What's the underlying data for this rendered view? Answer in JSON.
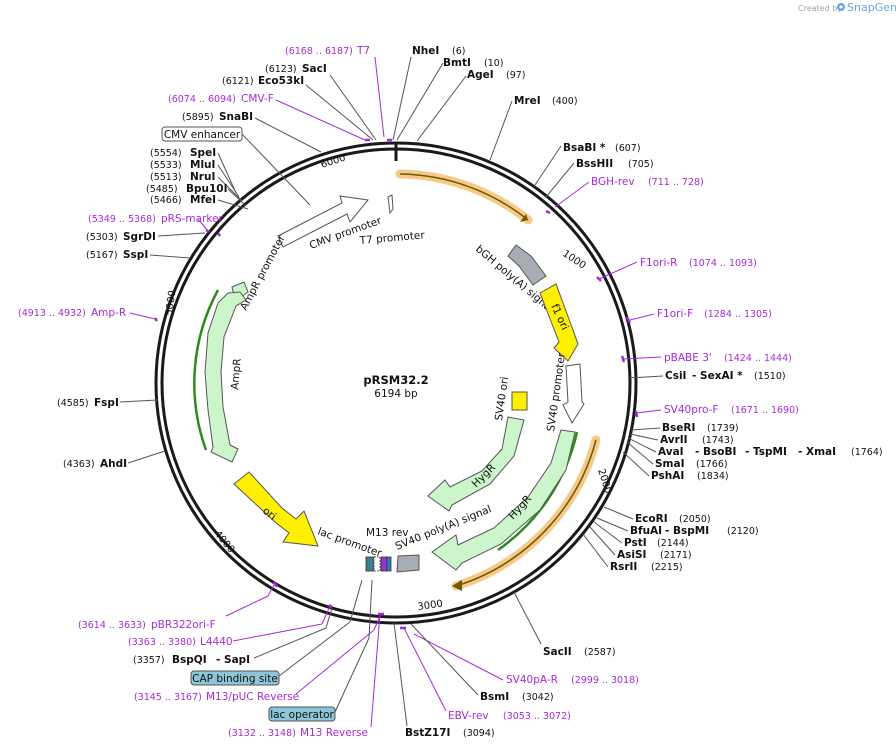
{
  "credit": "Created by",
  "brand": "SnapGene",
  "plasmid": {
    "name": "pRSM32.2",
    "size": "6194 bp"
  },
  "ticks": [
    "1000",
    "2000",
    "3000",
    "4000",
    "5000",
    "6000"
  ],
  "left_labels": [
    {
      "text": "(6168 .. 6187)  T7",
      "color": "purple",
      "bold": false
    },
    {
      "pos": "(6123)",
      "name": "SacI"
    },
    {
      "pos": "(6121)",
      "name": "Eco53kI"
    },
    {
      "text": "(6074 .. 6094)  CMV-F",
      "color": "purple"
    },
    {
      "pos": "(5895)",
      "name": "SnaBI"
    },
    {
      "box": "CMV enhancer"
    },
    {
      "pos": "(5554)",
      "name": "SpeI"
    },
    {
      "pos": "(5533)",
      "name": "MluI"
    },
    {
      "pos": "(5513)",
      "name": "NruI"
    },
    {
      "pos": "(5485)",
      "name": "Bpu10I"
    },
    {
      "pos": "(5466)",
      "name": "MfeI"
    },
    {
      "text": "(5349 .. 5368)  pRS-marker",
      "color": "purple"
    },
    {
      "pos": "(5303)",
      "name": "SgrDI"
    },
    {
      "pos": "(5167)",
      "name": "SspI"
    },
    {
      "text": "(4913 .. 4932)  Amp-R",
      "color": "purple"
    },
    {
      "pos": "(4585)",
      "name": "FspI"
    },
    {
      "pos": "(4363)",
      "name": "AhdI"
    },
    {
      "text": "(3614 .. 3633)  pBR322ori-F",
      "color": "purple"
    },
    {
      "text": "(3363 .. 3380)  L4440",
      "color": "purple"
    },
    {
      "pos": "(3357)",
      "name": "BspQI",
      "name2": "SapI"
    },
    {
      "box": "CAP binding site"
    },
    {
      "text": "(3145 .. 3167)  M13/pUC Reverse",
      "color": "purple"
    },
    {
      "box": "lac operator"
    },
    {
      "text": "(3132 .. 3148)  M13 Reverse",
      "color": "purple"
    }
  ],
  "right_labels": [
    {
      "name": "NheI",
      "pos": "(6)"
    },
    {
      "name": "BmtI",
      "pos": "(10)"
    },
    {
      "name": "AgeI",
      "pos": "(97)"
    },
    {
      "name": "MreI",
      "pos": "(400)"
    },
    {
      "name": "BsaBI *",
      "pos": "(607)"
    },
    {
      "name": "BssHII",
      "pos": "(705)"
    },
    {
      "text": "BGH-rev  (711 .. 728)"
    },
    {
      "text": "F1ori-R  (1074 .. 1093)"
    },
    {
      "text": "F1ori-F  (1284 .. 1305)"
    },
    {
      "text": "pBABE 3'  (1424 .. 1444)"
    },
    {
      "name": "CsiI",
      "name2": "SexAI *",
      "pos": "(1510)"
    },
    {
      "text": "SV40pro-F  (1671 .. 1690)"
    },
    {
      "name": "BseRI",
      "pos": "(1739)"
    },
    {
      "name": "AvrII",
      "pos": "(1743)"
    },
    {
      "name": "AvaI",
      "name2": "BsoBI",
      "name3": "TspMI",
      "name4": "XmaI",
      "pos": "(1764)"
    },
    {
      "name": "SmaI",
      "pos": "(1766)"
    },
    {
      "name": "PshAI",
      "pos": "(1834)"
    },
    {
      "name": "EcoRI",
      "pos": "(2050)"
    },
    {
      "name": "BfuAI",
      "name2": "BspMI",
      "pos": "(2120)"
    },
    {
      "name": "PstI",
      "pos": "(2144)"
    },
    {
      "name": "AsiSI",
      "pos": "(2171)"
    },
    {
      "name": "RsrII",
      "pos": "(2215)"
    },
    {
      "name": "SacII",
      "pos": "(2587)"
    },
    {
      "text": "SV40pA-R  (2999 .. 3018)"
    },
    {
      "name": "BsmI",
      "pos": "(3042)"
    },
    {
      "text": "EBV-rev  (3053 .. 3072)"
    },
    {
      "name": "BstZ17I",
      "pos": "(3094)"
    }
  ],
  "features": {
    "cmv_promoter": "CMV promoter",
    "t7_promoter": "T7 promoter",
    "bgh": "bGH poly(A) signal",
    "f1": "f1 ori",
    "sv40_promoter": "SV40 promoter",
    "sv40_ori": "SV40 ori",
    "hygr_inner": "HygR",
    "hygr_outer": "HygR",
    "sv40_polya": "SV40 poly(A) signal",
    "ampr_promoter": "AmpR promoter",
    "ampr": "AmpR",
    "ori": "ori",
    "lac_promoter": "lac promoter",
    "m13_rev": "M13 rev"
  },
  "colors": {
    "purple": "#a52bd6",
    "yellow": "#ffef00",
    "green_fill": "#ccf5cc",
    "grey": "#a8adb3",
    "orange": "#f7c98a",
    "box_blue": "#8cc6d8"
  }
}
